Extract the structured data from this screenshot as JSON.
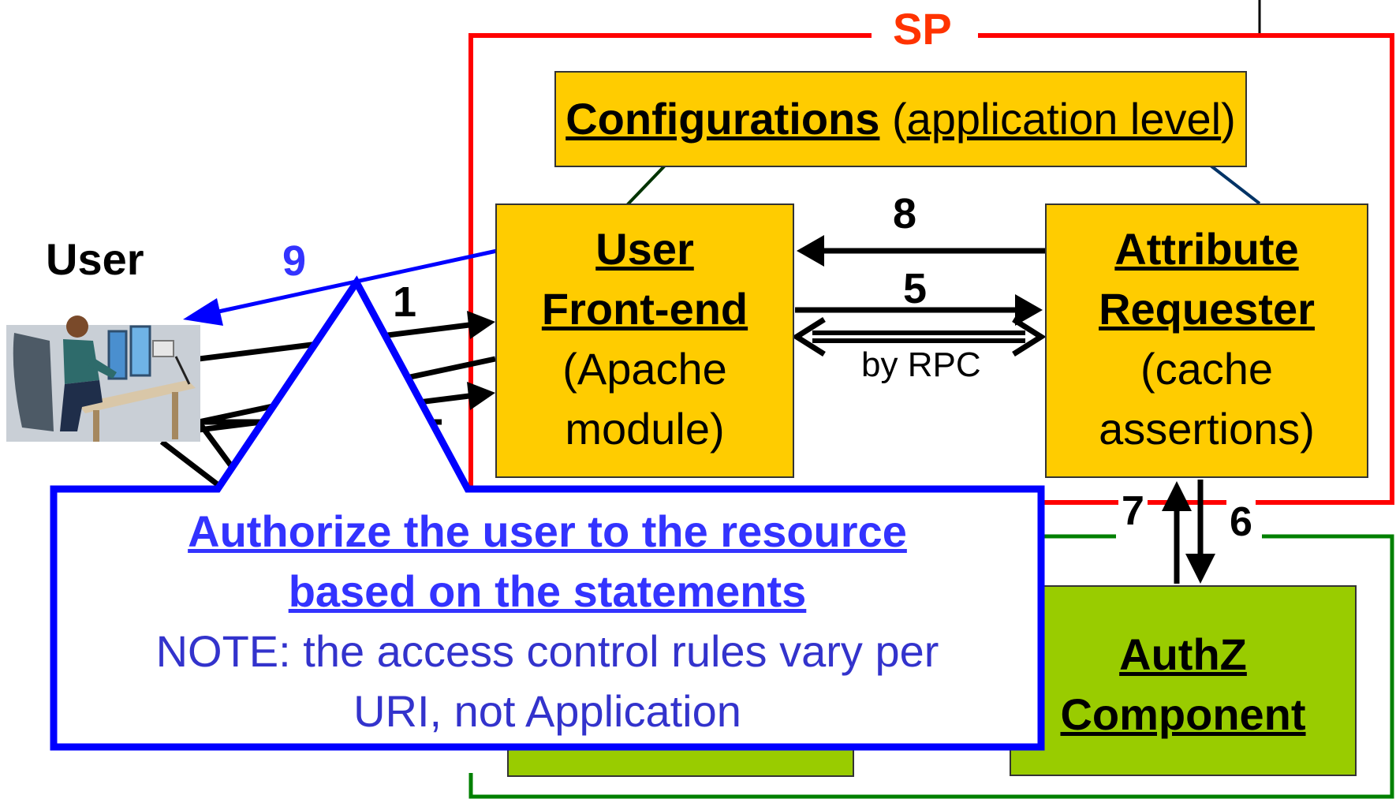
{
  "labels": {
    "sp": "SP",
    "user": "User",
    "by_rpc": "by RPC"
  },
  "config_box": {
    "title": "Configurations",
    "open_paren": "(",
    "subtitle": "application level",
    "close_paren": ")"
  },
  "frontend_box": {
    "line1": "User",
    "line2": "Front-end",
    "line3": "(Apache",
    "line4": "module)"
  },
  "requester_box": {
    "line1": "Attribute",
    "line2": "Requester",
    "line3": "(cache",
    "line4": "assertions)"
  },
  "authz_box": {
    "line1": "AuthZ",
    "line2": "Component"
  },
  "steps": {
    "s1": "1",
    "s5": "5",
    "s6": "6",
    "s7": "7",
    "s8": "8",
    "s9": "9"
  },
  "callout": {
    "line1": "Authorize the user to the resource",
    "line2": "based on the  statements",
    "line3": "NOTE: the access control rules vary per",
    "line4": "URI, not Application"
  },
  "colors": {
    "sp_border": "#ff0000",
    "sp_label": "#ff3300",
    "authz_border": "#008000",
    "box_orange": "#ffcc00",
    "box_green": "#99cc00",
    "callout_blue": "#0000ff",
    "callout_text": "#3333cc"
  }
}
